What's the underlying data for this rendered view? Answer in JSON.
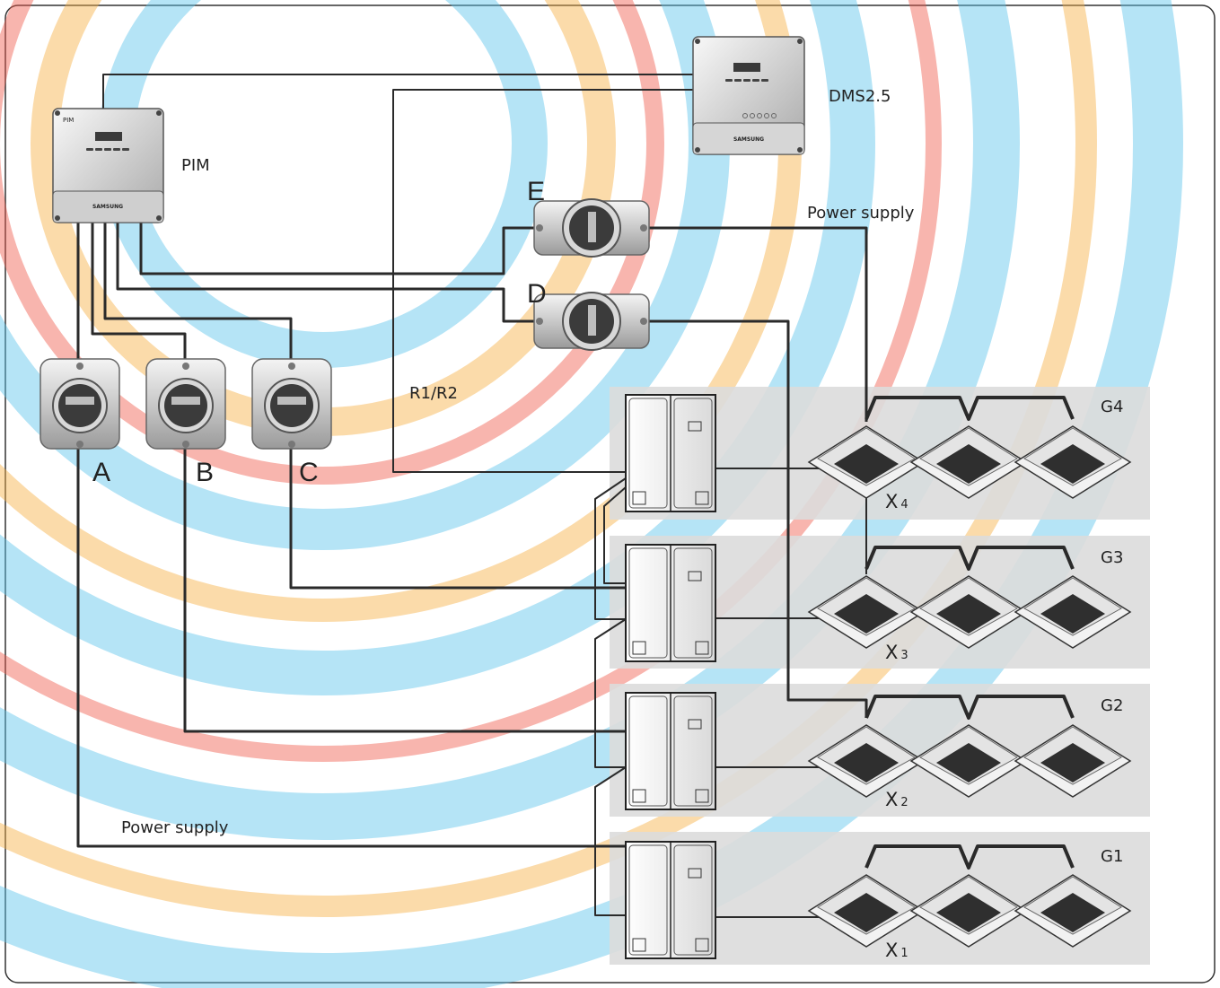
{
  "devices": {
    "pim": {
      "label": "PIM",
      "panel_text": "PIM",
      "brand": "SAMSUNG"
    },
    "dms": {
      "label": "DMS2.5",
      "brand": "SAMSUNG"
    }
  },
  "meters": [
    {
      "id": "A",
      "label": "A"
    },
    {
      "id": "B",
      "label": "B"
    },
    {
      "id": "C",
      "label": "C"
    },
    {
      "id": "D",
      "label": "D"
    },
    {
      "id": "E",
      "label": "E"
    }
  ],
  "lines": {
    "r1r2": "R1/R2",
    "power_supply_top": "Power supply",
    "power_supply_bottom": "Power supply"
  },
  "groups": [
    {
      "name": "G4",
      "outdoor_prefix": "X",
      "outdoor_index": "4"
    },
    {
      "name": "G3",
      "outdoor_prefix": "X",
      "outdoor_index": "3"
    },
    {
      "name": "G2",
      "outdoor_prefix": "X",
      "outdoor_index": "2"
    },
    {
      "name": "G1",
      "outdoor_prefix": "X",
      "outdoor_index": "1"
    }
  ],
  "colors": {
    "wire": "#2a2a2a",
    "group_panel": "#dcdcdc",
    "arc_blue": "#5cc4ea",
    "arc_orange": "#f6b043",
    "arc_red": "#f05a4c"
  }
}
